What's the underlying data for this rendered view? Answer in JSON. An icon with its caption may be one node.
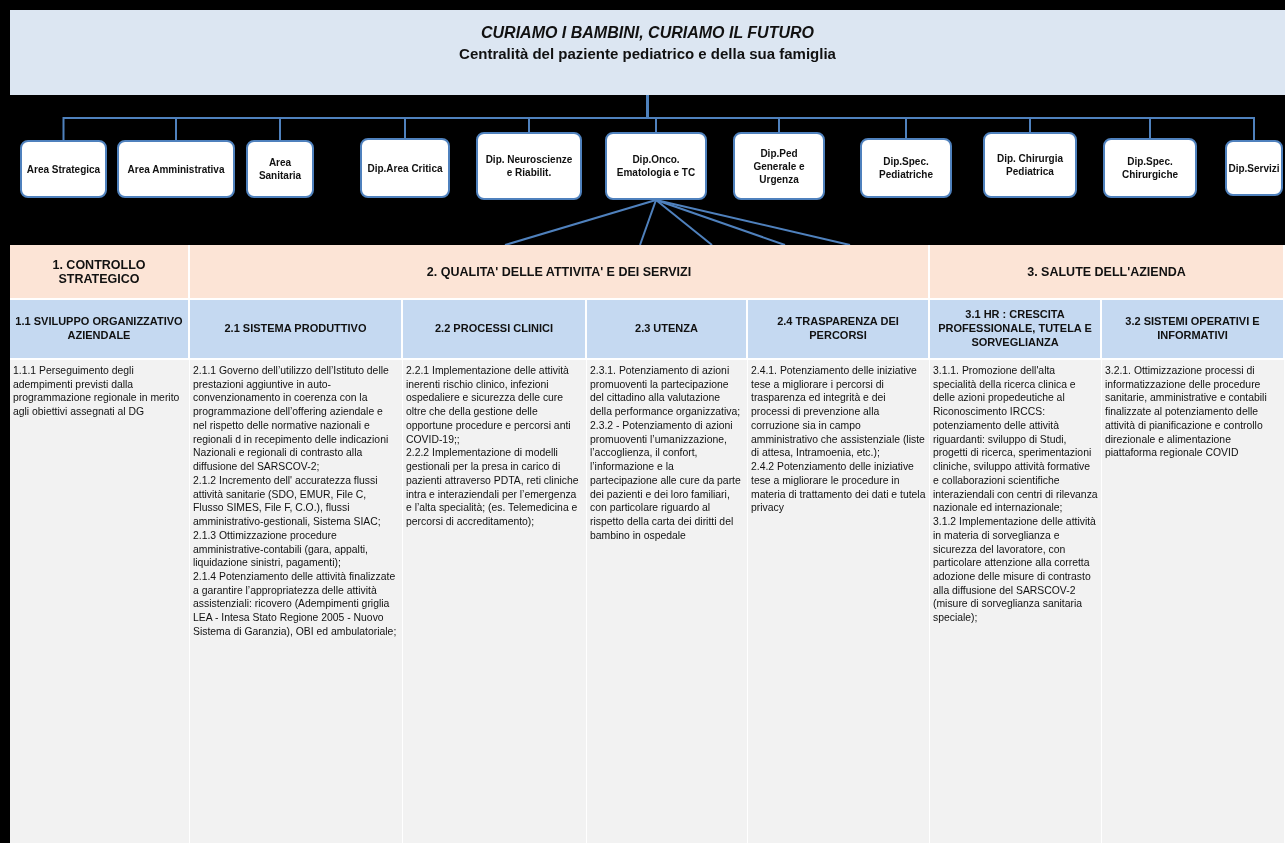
{
  "diagram": {
    "nodes": [
      {
        "text": [
          "CURIAMO I BAMBINI, CURIAMO IL FUTURO",
          "Centralità del paziente pediatrico e della sua famiglia"
        ]
      },
      {
        "text": [
          "Area Strategica"
        ]
      },
      {
        "text": [
          "Area Amministrativa"
        ]
      },
      {
        "text": [
          "Area Sanitaria"
        ]
      },
      {
        "text": [
          "Dip.Area Critica"
        ]
      },
      {
        "text": [
          "Dip. Neuroscienze e Riabilit."
        ]
      },
      {
        "text": [
          "Dip.Onco. Ematologia e TC"
        ]
      },
      {
        "text": [
          "Dip.Ped Generale e Urgenza"
        ]
      },
      {
        "text": [
          "Dip.Spec. Pediatriche"
        ]
      },
      {
        "text": [
          "Dip. Chirurgia Pediatrica"
        ]
      },
      {
        "text": [
          "Dip.Spec. Chirurgiche"
        ]
      },
      {
        "text": [
          "Dip.Servizi"
        ]
      },
      {
        "text": [
          "1. CONTROLLO STRATEGICO"
        ]
      },
      {
        "text": [
          "2. QUALITA' DELLE ATTIVITA' E DEI SERVIZI"
        ]
      },
      {
        "text": [
          "3. SALUTE DELL'AZIENDA"
        ]
      },
      {
        "text": [
          "1.1 SVILUPPO ORGANIZZATIVO AZIENDALE"
        ]
      },
      {
        "text": [
          "2.1 SISTEMA PRODUTTIVO"
        ]
      },
      {
        "text": [
          "2.2 PROCESSI CLINICI"
        ]
      },
      {
        "text": [
          "2.3 UTENZA"
        ]
      },
      {
        "text": [
          "2.4 TRASPARENZA DEI PERCORSI"
        ]
      },
      {
        "text": [
          "3.1 HR : CRESCITA PROFESSIONALE, TUTELA E SORVEGLIANZA"
        ]
      },
      {
        "text": [
          "3.2 SISTEMI OPERATIVI E INFORMATIVI"
        ]
      },
      {
        "text": [
          "1.1.1 Perseguimento degli adempimenti previsti dalla programmazione regionale in merito agli obiettivi assegnati al DG"
        ]
      },
      {
        "text": [
          "2.1.1 Governo dell’utilizzo dell’Istituto delle prestazioni aggiuntive in auto-convenzionamento in coerenza con la programmazione dell’offering aziendale e nel rispetto delle normative nazionali e regionali d in recepimento delle indicazioni Nazionali e regionali di contrasto alla diffusione del SARSCOV-2;",
          "2.1.2 Incremento dell' accuratezza flussi attività sanitarie (SDO, EMUR, File C, Flusso SIMES, File F, C.O.), flussi amministrativo-gestionali, Sistema SIAC;",
          "2.1.3 Ottimizzazione procedure amministrative-contabili (gara, appalti, liquidazione sinistri, pagamenti);",
          "2.1.4 Potenziamento delle attività finalizzate a garantire l’appropriatezza delle attività assistenziali: ricovero (Adempimenti griglia LEA - Intesa Stato Regione 2005 - Nuovo Sistema di Garanzia), OBI ed ambulatoriale;"
        ]
      },
      {
        "text": [
          "2.2.1 Implementazione delle attività inerenti rischio clinico, infezioni ospedaliere e sicurezza delle cure oltre che della gestione delle opportune procedure e percorsi anti COVID-19;;",
          "2.2.2 Implementazione di modelli gestionali per la presa in carico di pazienti attraverso PDTA, reti cliniche intra e interaziendali per l’emergenza e l’alta specialità; (es. Telemedicina e percorsi di accreditamento);"
        ]
      },
      {
        "text": [
          "2.3.1. Potenziamento di azioni promuoventi la partecipazione del cittadino alla valutazione della performance organizzativa;",
          "2.3.2 - Potenziamento di azioni promuoventi l’umanizzazione, l’accoglienza, il confort, l’informazione e la partecipazione alle cure da parte dei pazienti e dei loro familiari, con particolare riguardo al rispetto della carta dei diritti del bambino in ospedale"
        ]
      },
      {
        "text": [
          "2.4.1. Potenziamento delle iniziative tese a migliorare i percorsi di trasparenza ed integrità e dei processi di prevenzione alla corruzione sia in campo amministrativo che assistenziale (liste di attesa, Intramoenia, etc.);",
          "2.4.2 Potenziamento delle iniziative tese a migliorare le procedure in materia di trattamento dei dati e tutela privacy"
        ]
      },
      {
        "text": [
          "3.1.1. Promozione dell'alta specialità della ricerca clinica e delle azioni propedeutiche al Riconoscimento IRCCS: potenziamento delle attività riguardanti: sviluppo di Studi, progetti di ricerca, sperimentazioni cliniche, sviluppo attività formative e collaborazioni scientifiche interaziendali con centri di rilevanza nazionale ed internazionale;",
          "3.1.2 Implementazione delle attività in materia di sorveglianza e sicurezza del lavoratore, con particolare attenzione alla corretta adozione delle misure di contrasto alla diffusione del SARSCOV-2 (misure di sorveglianza sanitaria speciale);"
        ]
      },
      {
        "text": [
          "3.2.1. Ottimizzazione processi di informatizzazione delle procedure sanitarie, amministrative e contabili finalizzate al potenziamento delle attività di pianificazione e controllo direzionale e alimentazione piattaforma regionale COVID"
        ]
      }
    ],
    "edges": [
      {
        "from": 0,
        "to": 1,
        "arrow": "none"
      },
      {
        "from": 0,
        "to": 2,
        "arrow": "none"
      },
      {
        "from": 0,
        "to": 3,
        "arrow": "none"
      },
      {
        "from": 0,
        "to": 4,
        "arrow": "none"
      },
      {
        "from": 0,
        "to": 5,
        "arrow": "none"
      },
      {
        "from": 0,
        "to": 6,
        "arrow": "none"
      },
      {
        "from": 0,
        "to": 7,
        "arrow": "none"
      },
      {
        "from": 0,
        "to": 8,
        "arrow": "none"
      },
      {
        "from": 0,
        "to": 9,
        "arrow": "none"
      },
      {
        "from": 0,
        "to": 10,
        "arrow": "none"
      },
      {
        "from": 0,
        "to": 11,
        "arrow": "none"
      },
      {
        "from": 6,
        "to": 13,
        "arrow": "none"
      },
      {
        "from": 6,
        "to": 13,
        "arrow": "none"
      },
      {
        "from": 6,
        "to": 13,
        "arrow": "none"
      },
      {
        "from": 6,
        "to": 13,
        "arrow": "none"
      },
      {
        "from": 6,
        "to": 13,
        "arrow": "none"
      }
    ]
  }
}
